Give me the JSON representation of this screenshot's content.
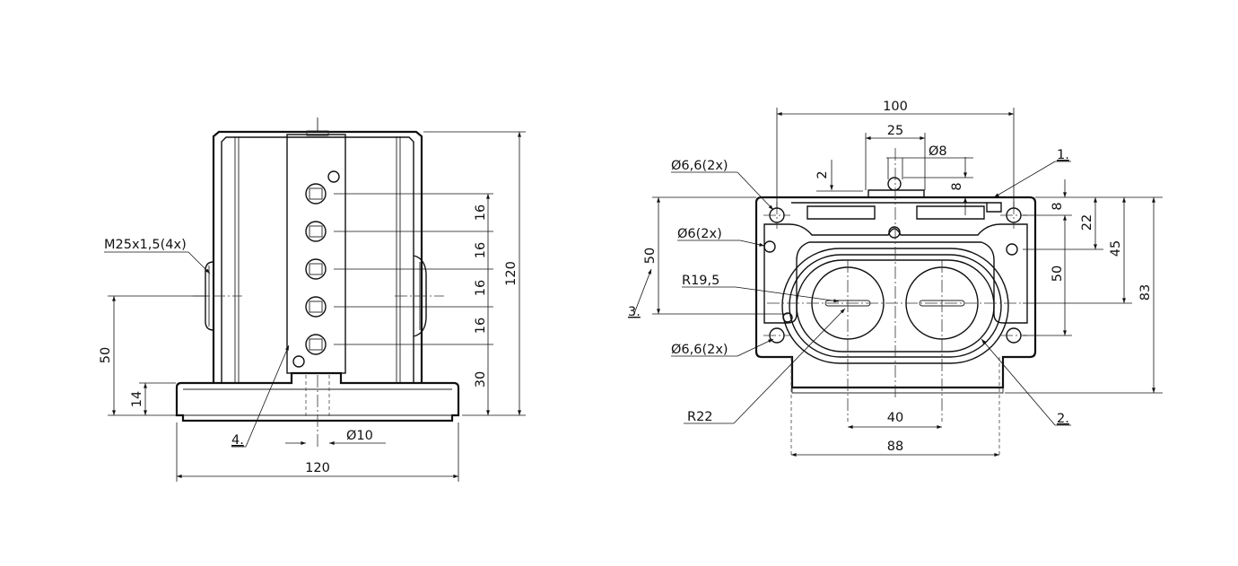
{
  "drawing": {
    "left_view": {
      "dimensions": {
        "thread": "M25x1,5(4x)",
        "height_50": "50",
        "height_14": "14",
        "width_120": "120",
        "height_120": "120",
        "pitch_1": "16",
        "pitch_2": "16",
        "pitch_3": "16",
        "pitch_4": "16",
        "height_30": "30",
        "dia_10": "Ø10"
      },
      "callouts": {
        "item_4": "4."
      }
    },
    "right_view": {
      "dimensions": {
        "width_100": "100",
        "width_25": "25",
        "dia_8": "Ø8",
        "dim_2": "2",
        "dim_8_top": "8",
        "dia_66_top": "Ø6,6(2x)",
        "dia_6": "Ø6(2x)",
        "height_50_left": "50",
        "radius_195": "R19,5",
        "dia_66_bottom": "Ø6,6(2x)",
        "radius_22": "R22",
        "width_40": "40",
        "width_88": "88",
        "dim_8_right": "8",
        "dim_22": "22",
        "dim_45": "45",
        "dim_50_right": "50",
        "dim_83": "83"
      },
      "callouts": {
        "item_1": "1.",
        "item_2": "2.",
        "item_3": "3."
      }
    }
  }
}
